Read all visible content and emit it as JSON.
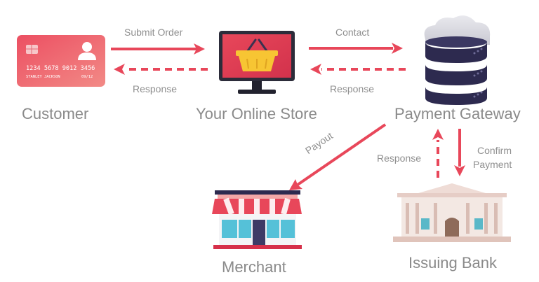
{
  "nodes": {
    "customer": "Customer",
    "store": "Your Online Store",
    "gateway": "Payment Gateway",
    "merchant": "Merchant",
    "bank": "Issuing Bank"
  },
  "edges": {
    "submit_order": "Submit Order",
    "response_store_customer": "Response",
    "contact": "Contact",
    "response_gateway_store": "Response",
    "payout": "Payout",
    "response_bank_gateway": "Response",
    "confirm_payment_line1": "Confirm",
    "confirm_payment_line2": "Payment"
  },
  "card": {
    "number": "1234 5678 9012 3456",
    "holder": "STANLEY JACKSON",
    "expiry": "09/12"
  },
  "colors": {
    "accent": "#e8475a",
    "accent_dark": "#d6304a",
    "server": "#2d2a4f",
    "label": "#8c8c8c"
  },
  "icons": {
    "customer": "credit-card-icon",
    "store": "monitor-basket-icon",
    "gateway": "cloud-server-icon",
    "merchant": "storefront-icon",
    "bank": "bank-building-icon"
  }
}
